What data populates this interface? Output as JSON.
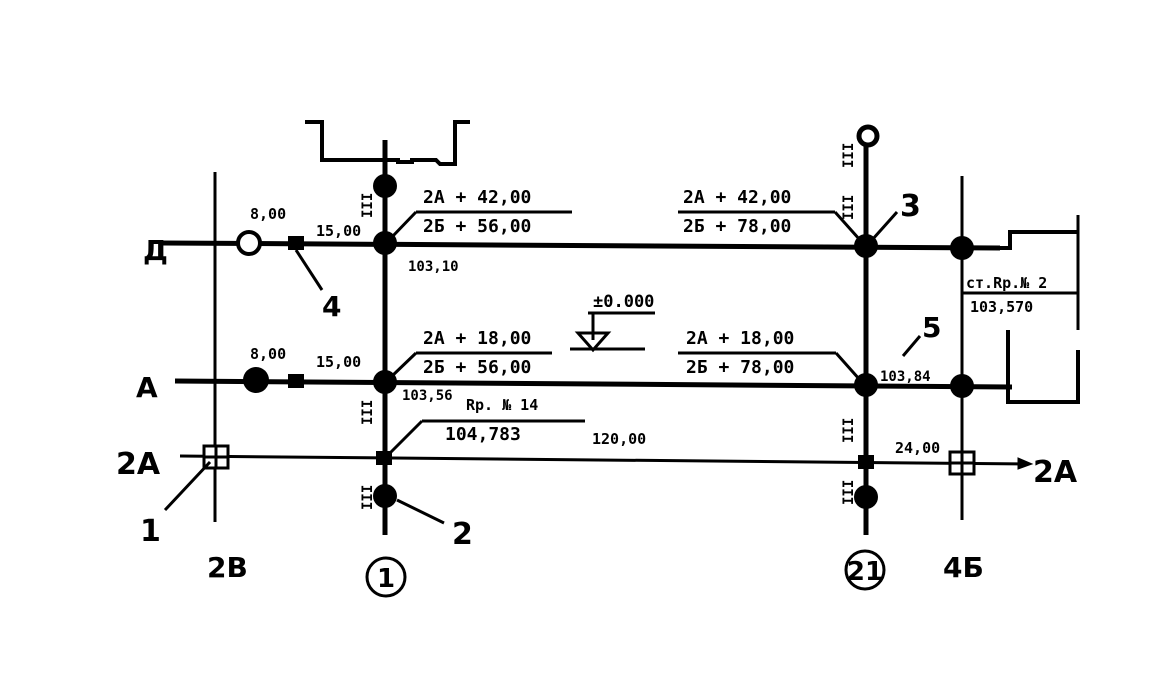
{
  "axes": {
    "row_D": "Д",
    "row_A": "А",
    "row_2A_left": "2А",
    "row_2A_right": "2А",
    "col_2V": "2В",
    "col_4B": "4Б",
    "col_1": "1",
    "col_21": "21"
  },
  "callouts": {
    "c1": "1",
    "c2": "2",
    "c3": "3",
    "c4": "4",
    "c5": "5"
  },
  "elevation": "±0.000",
  "nodes": {
    "n1_top": "2А + 42,00",
    "n1_bot": "2Б + 56,00",
    "n1_elev": "103,10",
    "n1_left": "15,00",
    "n2_top": "2А + 18,00",
    "n2_bot": "2Б + 56,00",
    "n2_elev": "103,56",
    "n2_left": "15,00",
    "n3_top": "2А + 42,00",
    "n3_bot": "2Б + 78,00",
    "n4_top": "2А + 18,00",
    "n4_bot": "2Б + 78,00",
    "n4_elev": "103,84",
    "left_D": "8,00",
    "left_A": "8,00",
    "rp_title": "Rp. № 14",
    "rp_value": "104,783",
    "span_bottom": "120,00",
    "dist_right": "24,00",
    "st_title": "ст.Rp.№ 2",
    "st_value": "103,570"
  },
  "pipe_marks": {
    "m_top_1": "III",
    "m_mid_1": "III",
    "m_low_1": "III",
    "m_top_21": "III",
    "m_mid_21": "III",
    "m_low_21": "III",
    "m_bot_21": "III"
  }
}
